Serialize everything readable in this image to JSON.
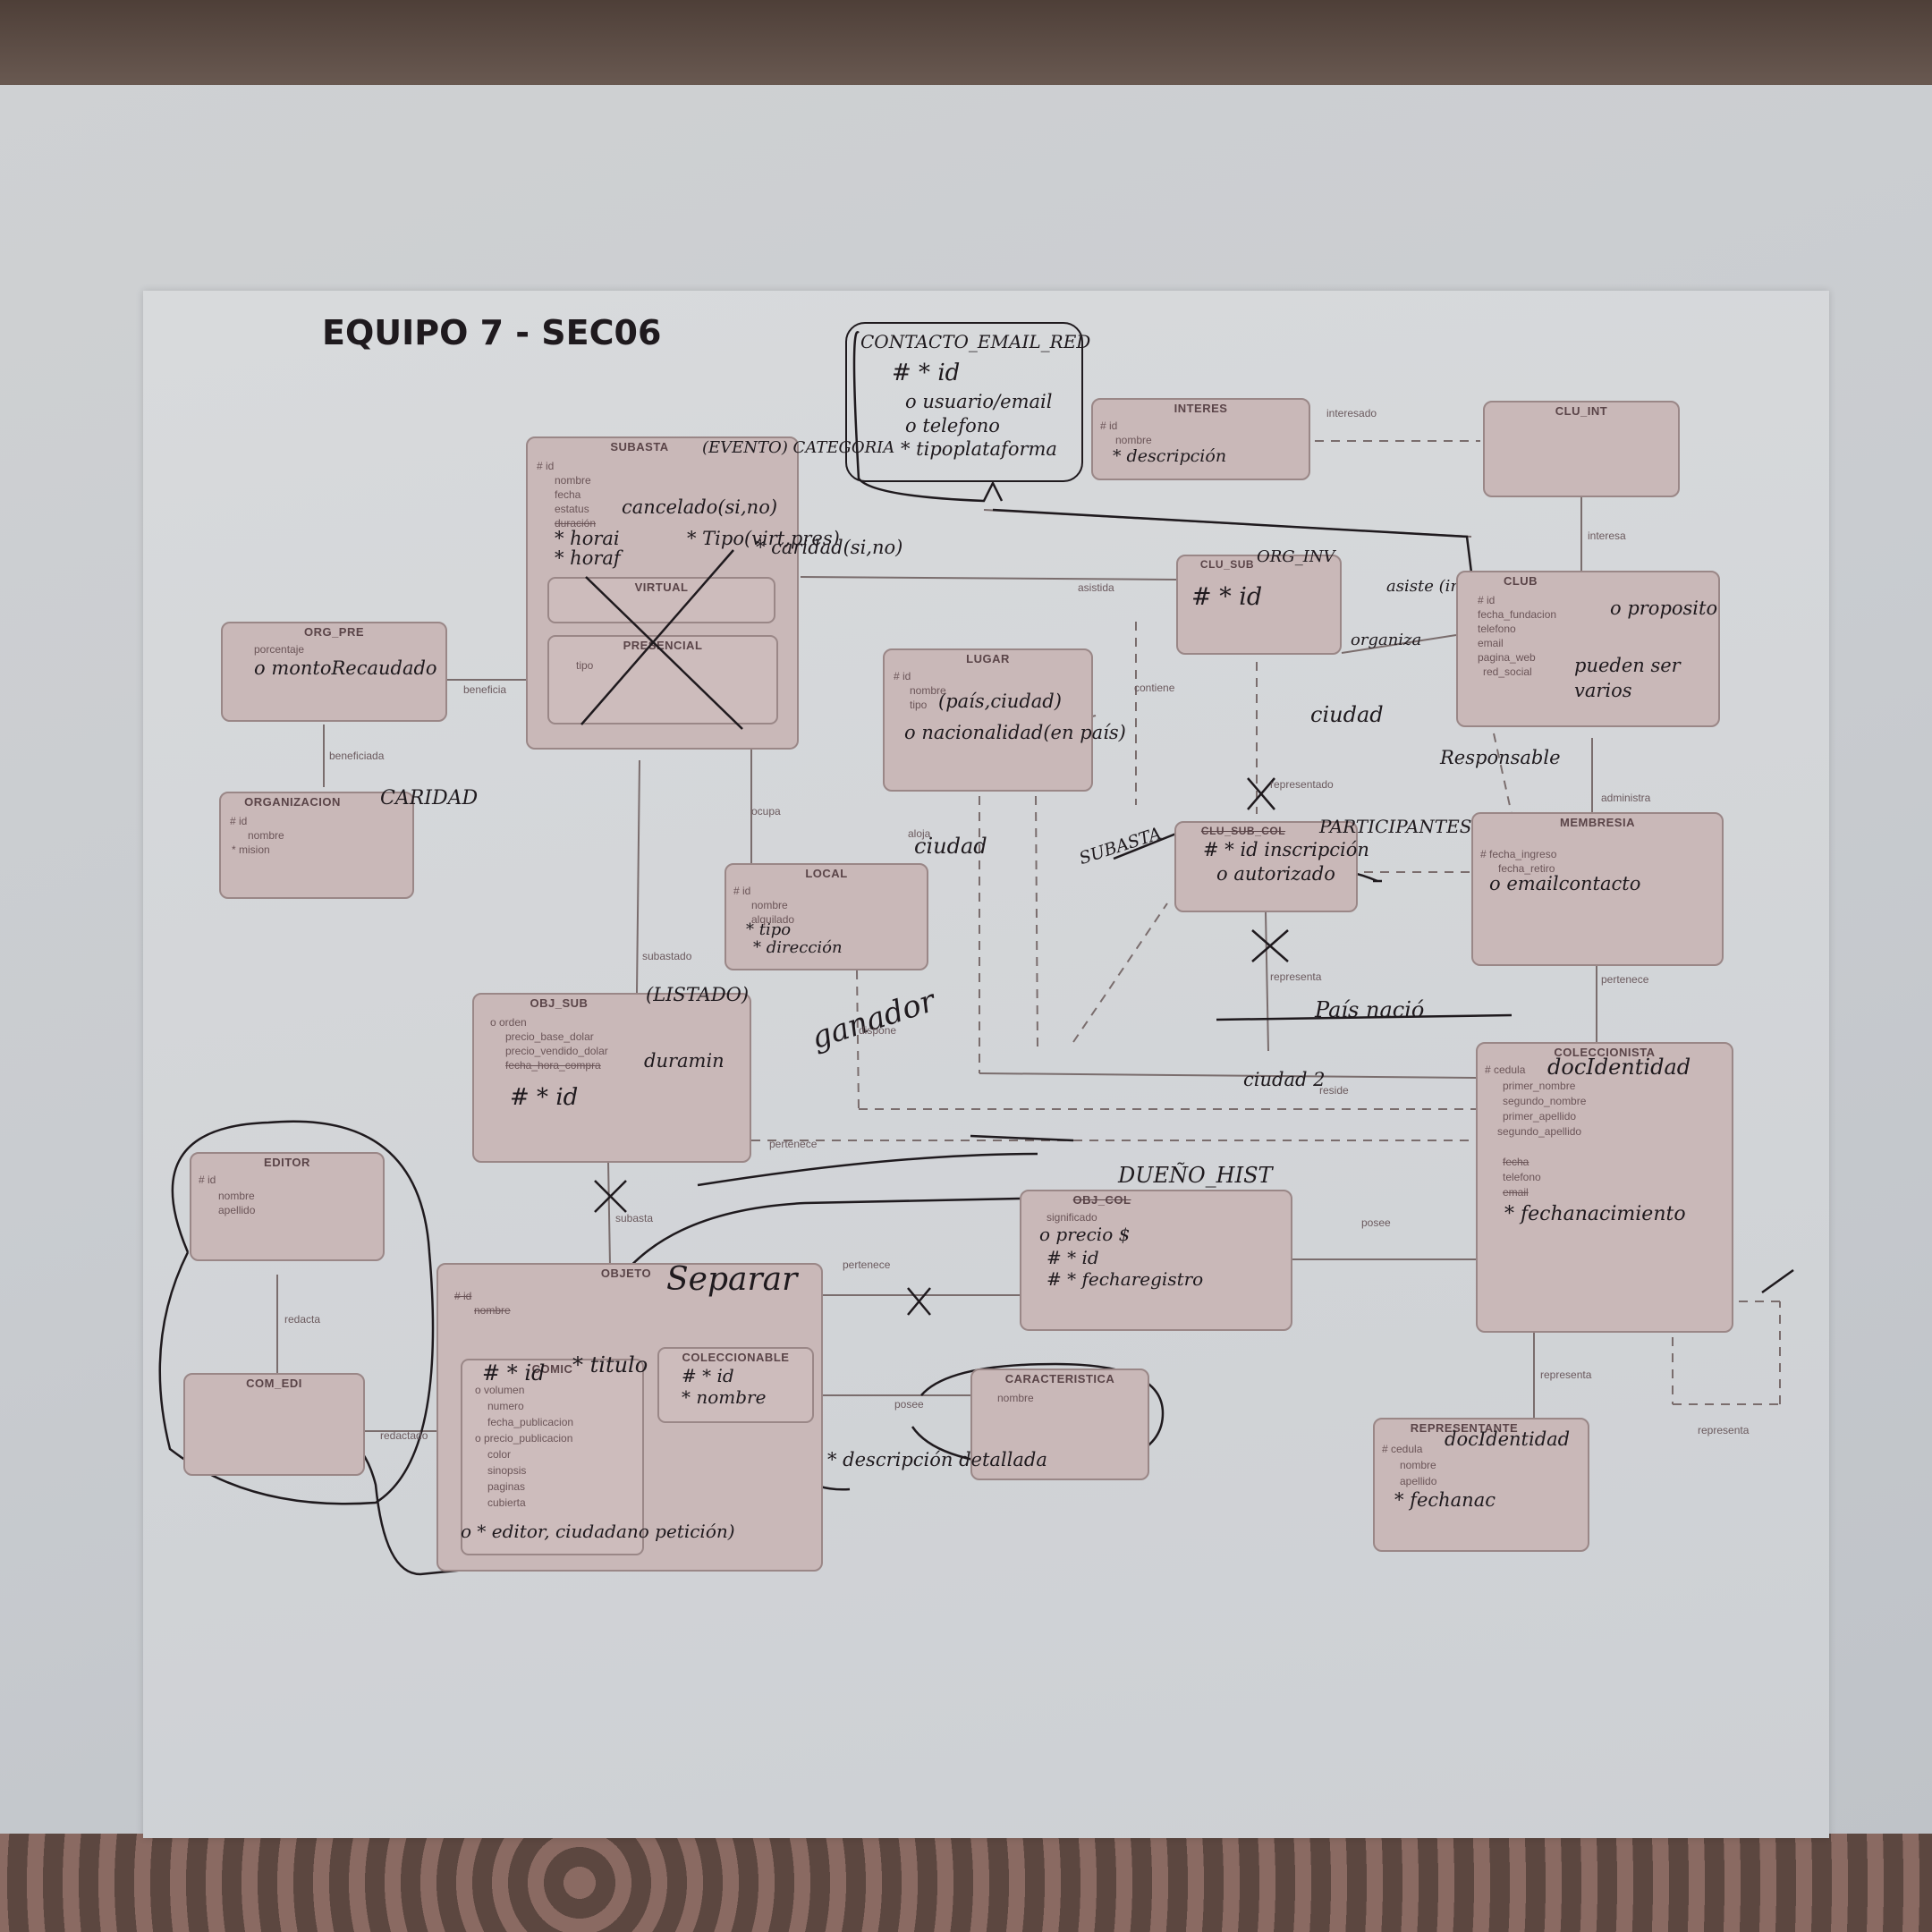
{
  "title": "EQUIPO 7 - SEC06",
  "entities": {
    "contacto": {
      "name": "CONTACTO_EMAIL_RED",
      "attrs": [
        "# * id",
        "o usuario/email",
        "o telefono",
        "* tipoplataforma"
      ]
    },
    "interes": {
      "name": "INTERES",
      "attrs": [
        "# id",
        "nombre",
        "* descripción"
      ]
    },
    "clu_int": {
      "name": "CLU_INT"
    },
    "subasta": {
      "name": "SUBASTA",
      "note": "(EVENTO) CATEGORIA",
      "attrs": [
        "# id",
        "nombre",
        "fecha",
        "estatus",
        "duración"
      ],
      "notes": [
        "cancelado(si,no)",
        "* horai",
        "* horaf",
        "* Tipo(virt,pres)",
        "* caridad(si,no)"
      ]
    },
    "virtual": {
      "name": "VIRTUAL"
    },
    "presencial": {
      "name": "PRESENCIAL",
      "attrs": [
        "tipo"
      ]
    },
    "org_pre": {
      "name": "ORG_PRE",
      "attrs": [
        "porcentaje",
        "o montoRecaudado"
      ]
    },
    "organizacion": {
      "name": "ORGANIZACION",
      "note": "CARIDAD",
      "attrs": [
        "# id",
        "nombre",
        "* mision"
      ]
    },
    "clu_sub": {
      "name": "CLU_SUB",
      "note": "ORG_INV",
      "attrs": [
        "# * id"
      ]
    },
    "club": {
      "name": "CLUB",
      "attrs": [
        "# id",
        "fecha_fundacion",
        "telefono",
        "email",
        "pagina_web",
        "red_social"
      ],
      "notes": [
        "o proposito",
        "pueden ser varios"
      ]
    },
    "lugar": {
      "name": "LUGAR",
      "attrs": [
        "# id",
        "nombre",
        "tipo"
      ],
      "notes": [
        "(país,ciudad)",
        "o nacionalidad(en país)"
      ]
    },
    "clu_sub_col": {
      "name": "CLU_SUB_COL",
      "note": "PARTICIPANTES",
      "attrs": [
        "# * id inscripción",
        "o autorizado"
      ]
    },
    "membresia": {
      "name": "MEMBRESIA",
      "attrs": [
        "# fecha_ingreso",
        "fecha_retiro",
        "o emailcontacto"
      ]
    },
    "local": {
      "name": "LOCAL",
      "attrs": [
        "# id",
        "nombre",
        "alquilado",
        "* tipo",
        "* dirección"
      ]
    },
    "obj_sub": {
      "name": "OBJ_SUB",
      "note": "(LISTADO)",
      "attrs": [
        "o orden",
        "precio_base_dolar",
        "precio_vendido_dolar",
        "fecha_hora_compra"
      ],
      "notes": [
        "duramin",
        "# * id"
      ]
    },
    "coleccionista": {
      "name": "COLECCIONISTA",
      "attrs": [
        "# cedula",
        "primer_nombre",
        "segundo_nombre",
        "primer_apellido",
        "segundo_apellido",
        "fecha",
        "telefono",
        "email"
      ],
      "notes": [
        "docIdentidad",
        "* fechanacimiento"
      ]
    },
    "editor": {
      "name": "EDITOR",
      "attrs": [
        "# id",
        "nombre",
        "apellido"
      ]
    },
    "obj_col": {
      "name": "OBJ_COL",
      "note": "DUEÑO_HIST",
      "attrs": [
        "significado",
        "o precio $",
        "# * id",
        "# * fecharegistro"
      ]
    },
    "objeto": {
      "name": "OBJETO",
      "note": "Separar",
      "attrs": [
        "# id",
        "nombre"
      ]
    },
    "comic": {
      "name": "COMIC",
      "attrs": [
        "# * id",
        "o volumen",
        "numero",
        "fecha_publicacion",
        "o precio_publicacion",
        "color",
        "sinopsis",
        "paginas",
        "cubierta"
      ],
      "notes": [
        "* titulo",
        "o * editor, ciudadano petición)"
      ]
    },
    "coleccionable": {
      "name": "COLECCIONABLE",
      "attrs": [
        "# * id",
        "* nombre"
      ]
    },
    "com_edi": {
      "name": "COM_EDI"
    },
    "caracteristica": {
      "name": "CARACTERISTICA",
      "attrs": [
        "nombre"
      ],
      "notes": [
        "* descripción detallada"
      ]
    },
    "representante": {
      "name": "REPRESENTANTE",
      "attrs": [
        "# cedula",
        "nombre",
        "apellido"
      ],
      "notes": [
        "docIdentidad",
        "* fechanac"
      ]
    }
  },
  "relations": {
    "interesado": "interesado",
    "interesa": "interesa",
    "asistida": "asistida",
    "asiste": "asiste (invitado)",
    "organiza": "organiza",
    "beneficia": "beneficia",
    "beneficiada": "beneficiada",
    "contiene": "contiene",
    "ciudad": "ciudad",
    "responsable": "Responsable",
    "administra": "administra",
    "representado": "representado",
    "ocupa": "ocupa",
    "aloja": "aloja",
    "aloja_note": "ciudad",
    "subasta_note": "SUBASTA",
    "representa": "representa",
    "pertenece_m": "pertenece",
    "subastado": "subastado",
    "ganador": "ganador",
    "dispone": "dispone",
    "pais_nacio": "País nació",
    "ciudad2": "ciudad 2",
    "reside": "reside",
    "pertenece_o": "pertenece",
    "subasta": "subasta",
    "pertenece_c": "pertenece",
    "posee": "posee",
    "redacta": "redacta",
    "redactado": "redactado",
    "posee_c": "posee",
    "representa_r": "representa",
    "representa_c": "representa"
  }
}
